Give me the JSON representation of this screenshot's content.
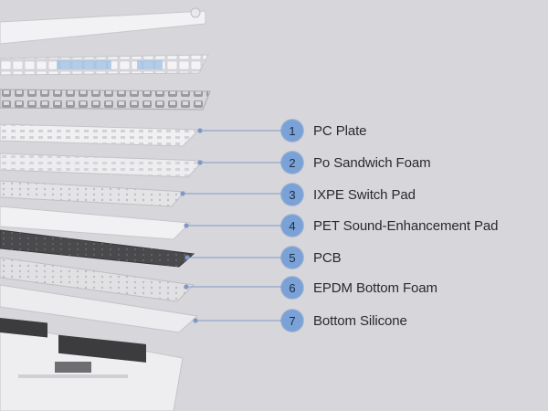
{
  "layers": [
    {
      "number": "1",
      "name": "PC Plate"
    },
    {
      "number": "2",
      "name": "Po Sandwich Foam"
    },
    {
      "number": "3",
      "name": "IXPE Switch Pad"
    },
    {
      "number": "4",
      "name": "PET Sound-Enhancement Pad"
    },
    {
      "number": "5",
      "name": "PCB"
    },
    {
      "number": "6",
      "name": "EPDM Bottom Foam"
    },
    {
      "number": "7",
      "name": "Bottom Silicone"
    }
  ],
  "colors": {
    "background": "#d7d7db",
    "badge_fill": "#7aa2d6",
    "leader_line": "#7f98c4",
    "pcb": "#4a4a4d"
  }
}
